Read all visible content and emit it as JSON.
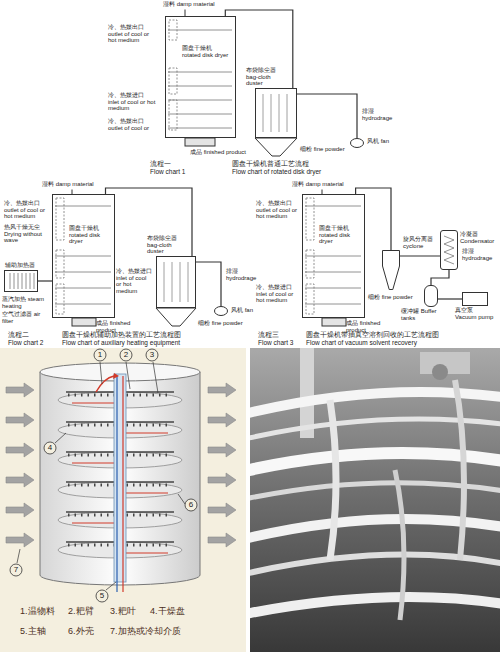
{
  "diagram": {
    "nodes": [
      {
        "text": [
          "圆盘干燥机 rotated disk dryer"
        ]
      },
      {
        "text": [
          "布袋除尘器 bag-cloth duster"
        ]
      },
      {
        "text": [
          "风机 fan"
        ]
      },
      {
        "text": [
          "圆盘干燥机 rotated disk dryer"
        ]
      },
      {
        "text": [
          "布袋除尘器 bag-cloth duster"
        ]
      },
      {
        "text": [
          "风机 fan"
        ]
      },
      {
        "text": [
          "辅助加热器"
        ]
      },
      {
        "text": [
          "圆盘干燥机 rotated disk dryer"
        ]
      },
      {
        "text": [
          "旋风分离器 cyclone"
        ]
      },
      {
        "text": [
          "冷凝器 Condensator"
        ]
      },
      {
        "text": [
          "缓冲罐 Buffer tanks"
        ]
      },
      {
        "text": [
          "真空泵 Vacuum pump"
        ]
      }
    ],
    "edges": [
      {
        "from": 0,
        "to": 1,
        "arrow": "none"
      },
      {
        "from": 1,
        "to": 2,
        "arrow": "none"
      },
      {
        "from": 3,
        "to": 4,
        "arrow": "none"
      },
      {
        "from": 4,
        "to": 5,
        "arrow": "none"
      },
      {
        "from": 6,
        "to": 3,
        "arrow": "none"
      },
      {
        "from": 7,
        "to": 8,
        "arrow": "none"
      },
      {
        "from": 8,
        "to": 9,
        "arrow": "none"
      },
      {
        "from": 9,
        "to": 10,
        "arrow": "none"
      },
      {
        "from": 10,
        "to": 11,
        "arrow": "none"
      }
    ],
    "labels": [
      "湿料 damp material",
      "冷、热媒出口 outlet of cool or hot medium",
      "冷、热媒进口 inlet of cool or hot medium",
      "冷、热媒出口 outlet of cool or",
      "排湿 hydrodrage",
      "成品 finished product",
      "细粉 fine powder",
      "流程一",
      "Flow chart 1",
      "圆盘干燥机普通工艺流程",
      "Flow chart of rotated disk dryer",
      "湿料 damp material",
      "冷、热媒出口 outlet of cool or hot medium",
      "热风干燥无尘 Drying without wave",
      "蒸汽加热 steam heating",
      "空气过滤器 air filter",
      "冷、热媒进口 inlet of cool or hot medium",
      "排湿 hydrodrage",
      "成品 finished product",
      "细粉 fine powder",
      "流程二",
      "Flow chart 2",
      "圆盘干燥机辅助加热装置的工艺流程图",
      "Flow chart of auxiliary heating equipment",
      "湿料 damp material",
      "冷、热媒出口 outlet of cool or hot medium",
      "冷、热媒进口 inlet of cool or hot medium",
      "排湿 hydrodrage",
      "成品 finished product",
      "细粉 fine powder",
      "流程三",
      "Flow chart 3",
      "圆盘干燥机带抽真空溶剂回收的工艺流程图",
      "Flow chart of vacuum solvent recovery",
      "1",
      "2",
      "3",
      "4",
      "5",
      "6",
      "7",
      "1.温物料",
      "2.耙臂",
      "3.耙叶",
      "4.干燥盘",
      "5.主轴",
      "6.外壳",
      "7.加热或冷却介质"
    ]
  }
}
